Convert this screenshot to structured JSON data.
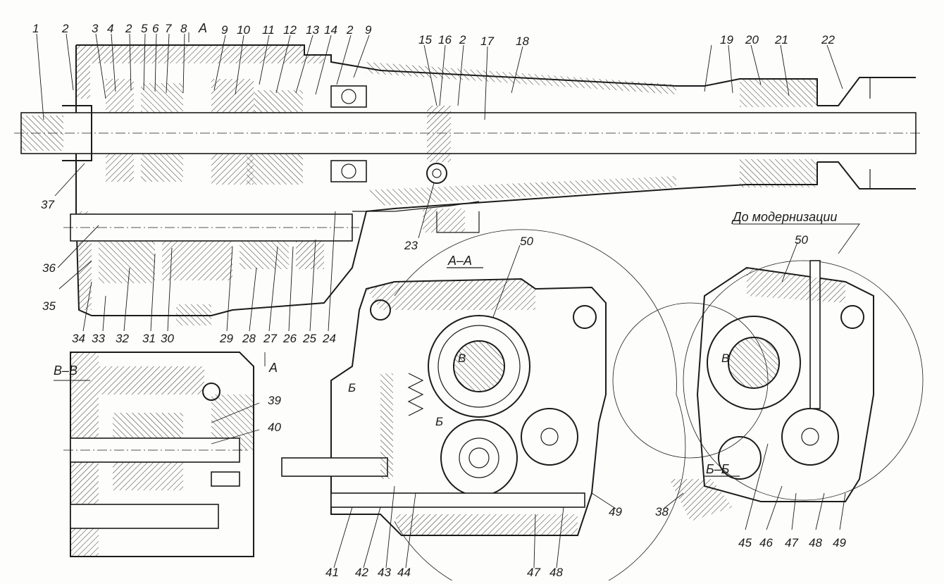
{
  "section_labels": {
    "aa": "А–А",
    "bb": "Б–Б",
    "vv": "В–В",
    "marker_a_top": "А",
    "marker_a_mid": "А",
    "before_mod": "До модернизации",
    "arrow_b1": "Б",
    "arrow_b2": "Б",
    "arrow_v1": "В",
    "arrow_v2": "В"
  },
  "callouts_top": [
    "1",
    "2",
    "3",
    "4",
    "2",
    "5",
    "6",
    "7",
    "8",
    "9",
    "10",
    "11",
    "12",
    "13",
    "14",
    "2",
    "9",
    "15",
    "16",
    "2",
    "17",
    "18",
    "19",
    "20",
    "21",
    "22"
  ],
  "callouts_left": [
    "37",
    "36",
    "35"
  ],
  "callouts_bottom": [
    "34",
    "33",
    "32",
    "31",
    "30",
    "29",
    "28",
    "27",
    "26",
    "25",
    "24"
  ],
  "callouts_mid": [
    "23",
    "50",
    "50",
    "39",
    "40"
  ],
  "callouts_aa_bottom": [
    "41",
    "42",
    "43",
    "44",
    "47",
    "48",
    "49"
  ],
  "callouts_bb_bottom": [
    "38",
    "45",
    "46",
    "47",
    "48",
    "49"
  ]
}
